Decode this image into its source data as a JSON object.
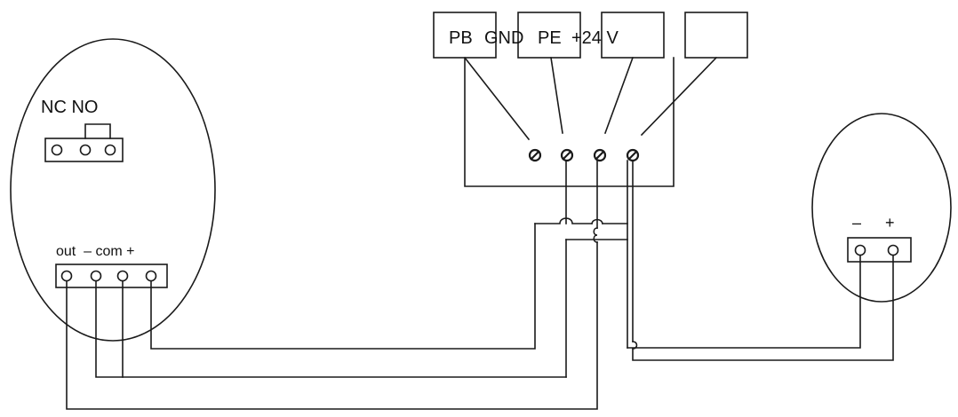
{
  "diagram": {
    "top_labels": {
      "pb": "PB",
      "gnd": "GND",
      "pe": "PE",
      "v24": "+24 V"
    },
    "left_device": {
      "contact_label": "NC NO",
      "output_terminal_label": "out  – com +"
    },
    "right_device": {
      "minus_label": "–",
      "plus_label": "+"
    }
  }
}
